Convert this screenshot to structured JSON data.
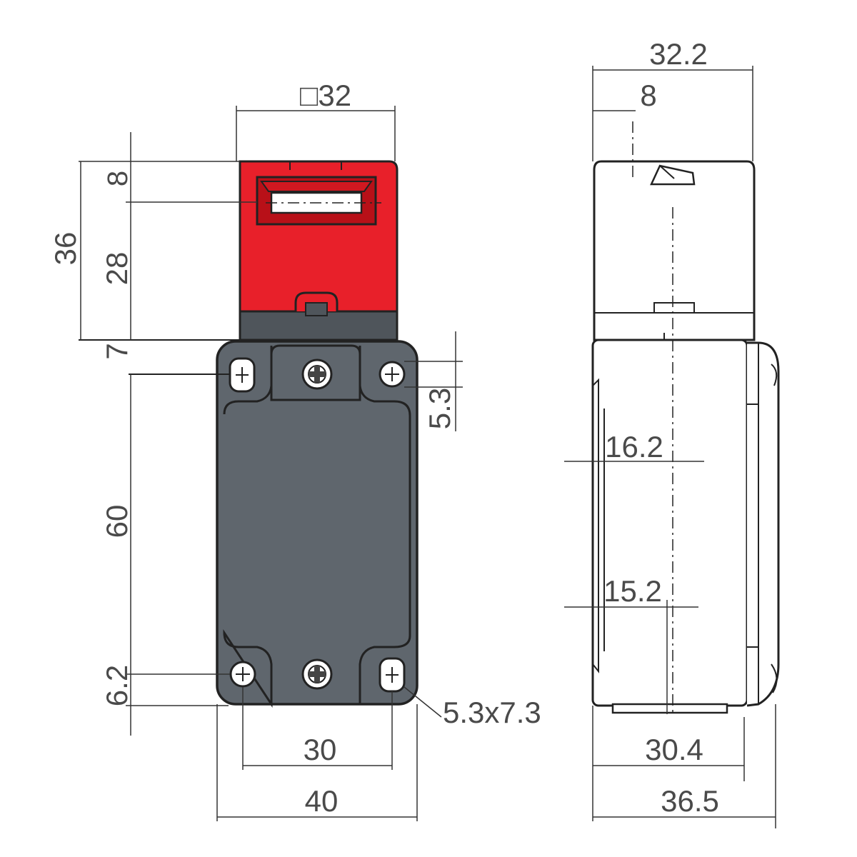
{
  "front_view": {
    "width_top": "□32",
    "dim_8": "8",
    "dim_36": "36",
    "dim_28": "28",
    "dim_7": "7",
    "dim_5_3": "5.3",
    "dim_60": "60",
    "dim_6_2": "6.2",
    "slot_size": "5.3x7.3",
    "hole_spacing": "30",
    "body_width": "40"
  },
  "side_view": {
    "overall_top": "32.2",
    "offset_8": "8",
    "dim_16_2": "16.2",
    "dim_15_2": "15.2",
    "depth_30_4": "30.4",
    "depth_36_5": "36.5"
  },
  "colors": {
    "actuator_red": "#e8202a",
    "body_gray": "#5f666d",
    "neck_gray": "#4f555b",
    "line": "#222222"
  }
}
